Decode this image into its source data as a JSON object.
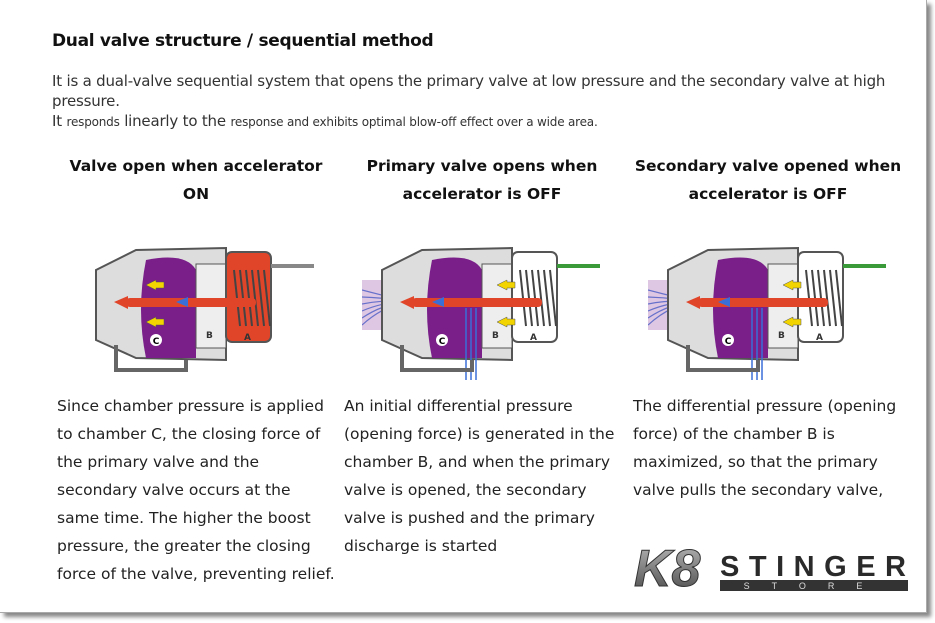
{
  "title": "Dual valve structure / sequential method",
  "intro": {
    "line1": "It is a dual-valve sequential system that opens the primary valve at low pressure and the secondary valve at high pressure.",
    "line2_a": "It ",
    "line2_b": "responds",
    "line2_c": " linearly to the ",
    "line2_d": "response and exhibits optimal blow-off effect over a wide area."
  },
  "columns": [
    {
      "heading": "Valve open when accelerator ON",
      "diagram": "valve-closed-diagram",
      "text": "Since chamber pressure is applied to chamber C, the closing force of the primary valve and the secondary valve occurs at the same time. The higher the boost pressure, the greater the closing force of the valve, preventing relief."
    },
    {
      "heading": "Primary valve opens when accelerator is OFF",
      "diagram": "primary-open-diagram",
      "text": "An initial differential pressure (opening force) is generated in the chamber B, and when the primary valve is opened, the secondary valve is pushed and the primary discharge is started"
    },
    {
      "heading": "Secondary valve opened when accelerator is OFF",
      "diagram": "secondary-open-diagram",
      "text": "The differential pressure (opening force) of the chamber B is maximized, so that the primary valve pulls the secondary valve,"
    }
  ],
  "diagram_labels": {
    "a": "A",
    "b": "B",
    "c": "C"
  },
  "logo": {
    "brand": "K8STINGER",
    "sub": "STORE"
  },
  "colors": {
    "purple": "#7a1f8a",
    "red": "#e0452a",
    "blue": "#3a6fd8",
    "yellow": "#f2d500",
    "green": "#3a9a3a"
  }
}
